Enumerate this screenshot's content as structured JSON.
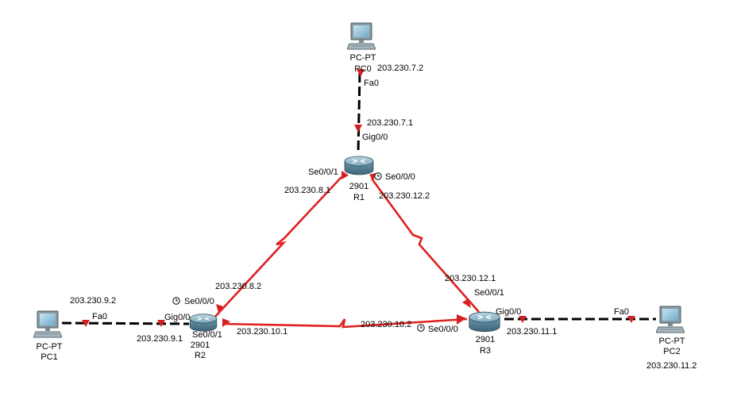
{
  "devices": {
    "pc0": {
      "type": "PC-PT",
      "name": "PC0"
    },
    "pc1": {
      "type": "PC-PT",
      "name": "PC1"
    },
    "pc2": {
      "type": "PC-PT",
      "name": "PC2"
    },
    "r1": {
      "model": "2901",
      "name": "R1"
    },
    "r2": {
      "model": "2901",
      "name": "R2"
    },
    "r3": {
      "model": "2901",
      "name": "R3"
    }
  },
  "interfaces": {
    "pc0_fa0": "Fa0",
    "pc1_fa0": "Fa0",
    "pc2_fa0": "Fa0",
    "r1_gig": "Gig0/0",
    "r1_se001": "Se0/0/1",
    "r1_se000": "Se0/0/0",
    "r2_gig": "Gig0/0",
    "r2_se000": "Se0/0/0",
    "r2_se001": "Se0/0/1",
    "r3_gig": "Gig0/0",
    "r3_se001": "Se0/0/1",
    "r3_se000": "Se0/0/0"
  },
  "addresses": {
    "pc0": "203.230.7.2",
    "r1_gig": "203.230.7.1",
    "r1_se001": "203.230.8.1",
    "r1_se000": "203.230.12.2",
    "r2_se000": "203.230.8.2",
    "pc1": "203.230.9.2",
    "r2_gig": "203.230.9.1",
    "r2_se001": "203.230.10.1",
    "r3_se000": "203.230.10.2",
    "r3_se001": "203.230.12.1",
    "r3_gig": "203.230.11.1",
    "pc2": "203.230.11.2"
  },
  "colors": {
    "ethernet_link": "#000000",
    "serial_link": "#e02020",
    "link_marker": "#d42020",
    "router_body": "#5e8fa8",
    "pc_screen": "#8fc3dc"
  },
  "icons": {
    "router": "router-icon",
    "pc": "pc-icon",
    "clock": "clock-icon"
  }
}
